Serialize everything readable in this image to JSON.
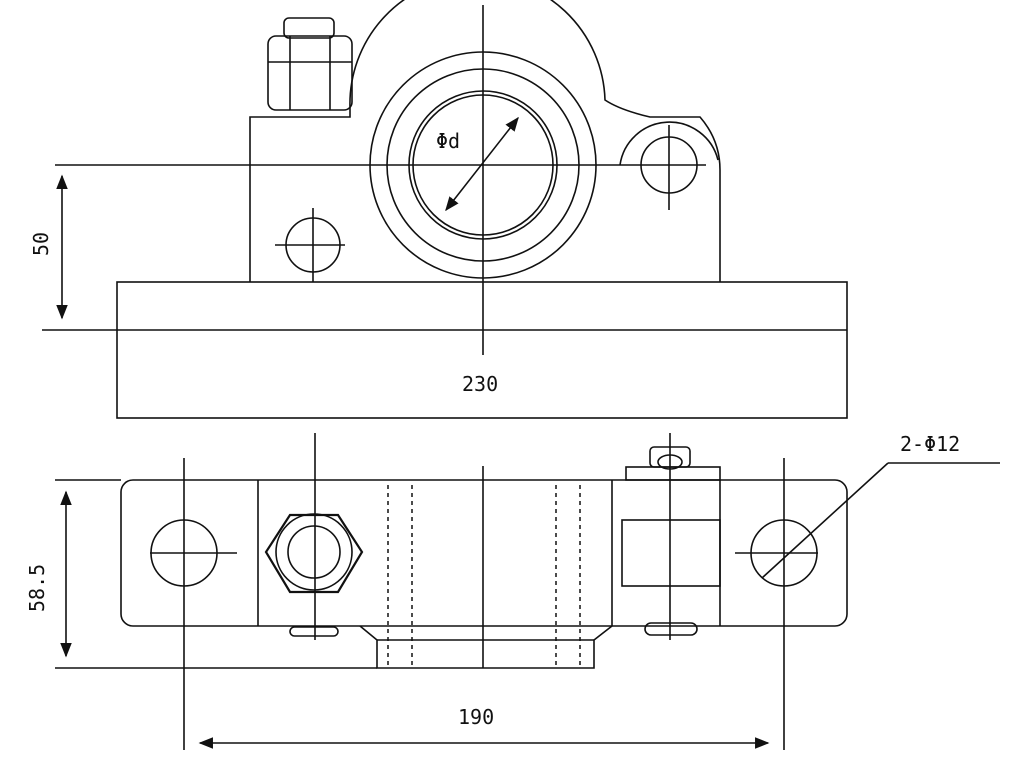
{
  "dimensions": {
    "phi_d": "Φd",
    "height_50": "50",
    "width_230": "230",
    "callout_holes": "2-Φ12",
    "height_58_5": "58.5",
    "spacing_190": "190"
  }
}
